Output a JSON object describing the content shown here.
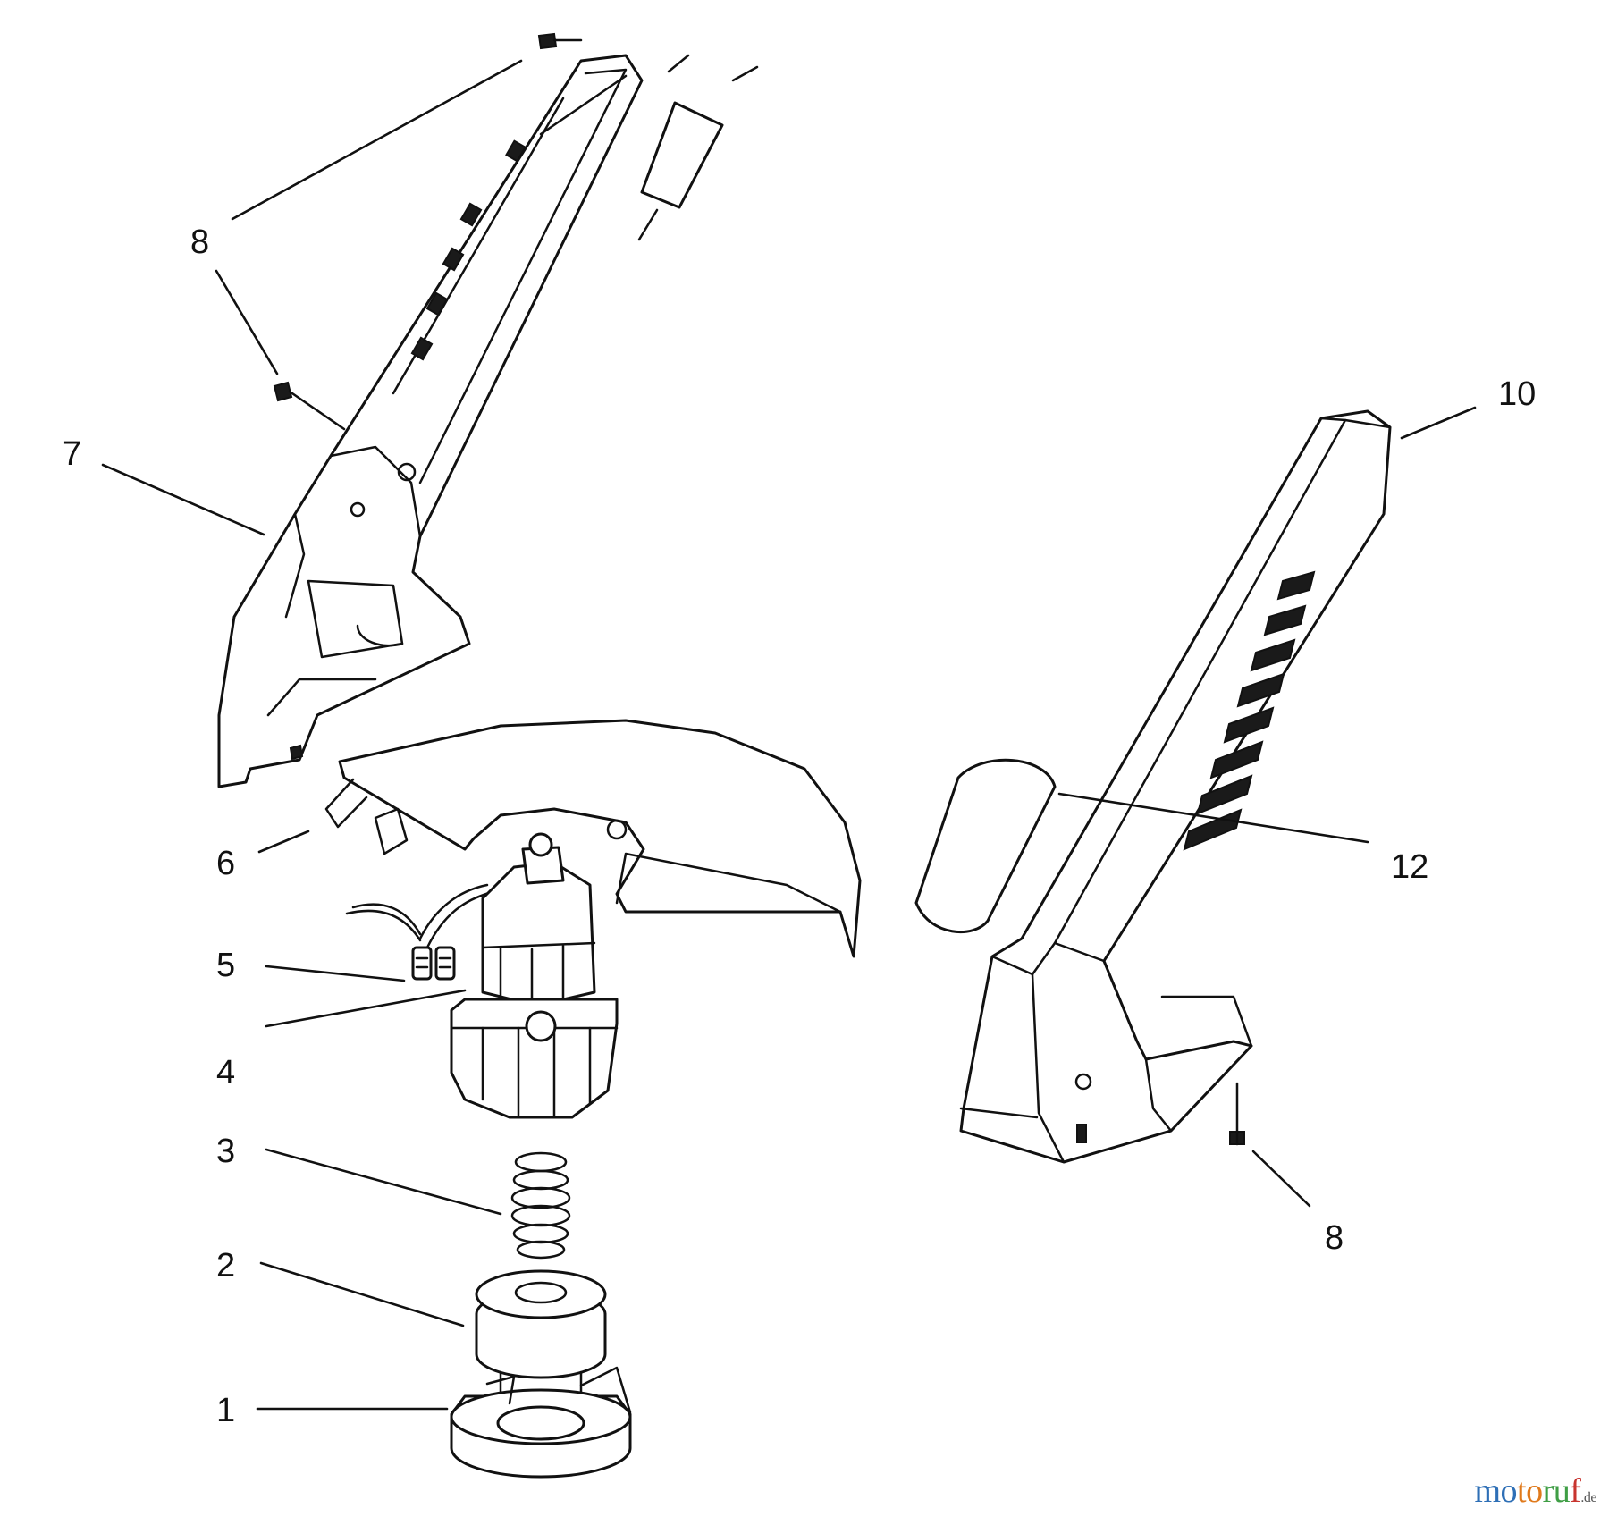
{
  "callouts": {
    "c8_top": "8",
    "c7": "7",
    "c10": "10",
    "c12": "12",
    "c6": "6",
    "c5": "5",
    "c4": "4",
    "c3": "3",
    "c2": "2",
    "c1": "1",
    "c8_right": "8"
  },
  "watermark": {
    "part1": "mo",
    "part2": "to",
    "part3": "ru",
    "part4": "f",
    "tld": ".de"
  }
}
